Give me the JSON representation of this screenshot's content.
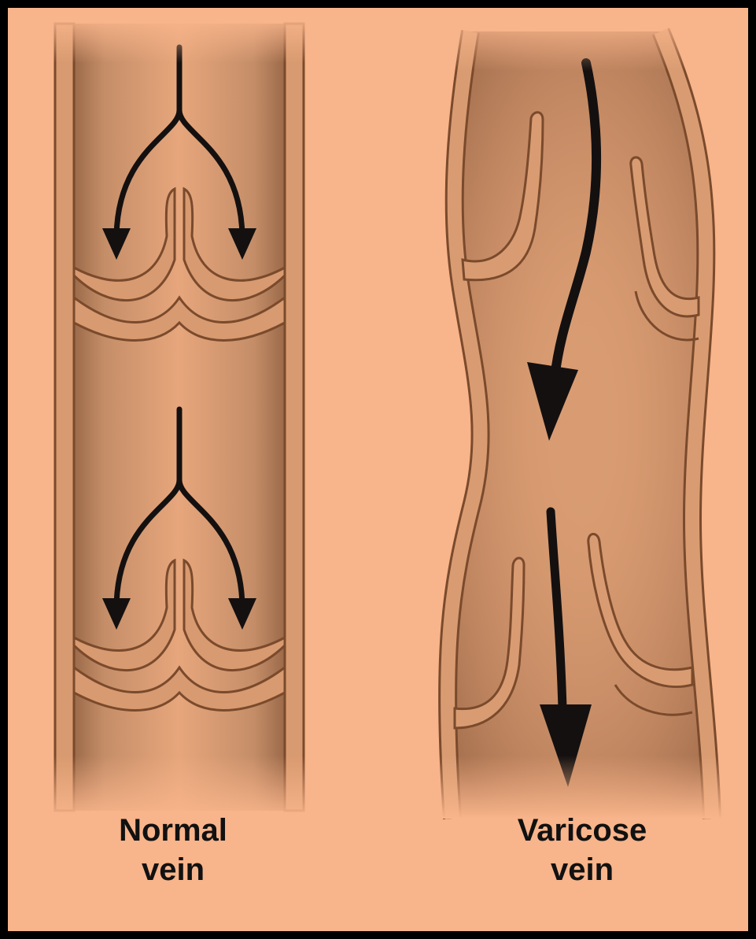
{
  "colors": {
    "background": "#F8B48A",
    "frame": "#000000",
    "vein_wall": "#C58A62",
    "vein_outline": "#7A4A2C",
    "vein_shadow": "#8A5A3C",
    "arrow": "#141010"
  },
  "normal_vein": {
    "label_line1": "Normal",
    "label_line2": "vein"
  },
  "varicose_vein": {
    "label_line1": "Varicose",
    "label_line2": "vein"
  }
}
